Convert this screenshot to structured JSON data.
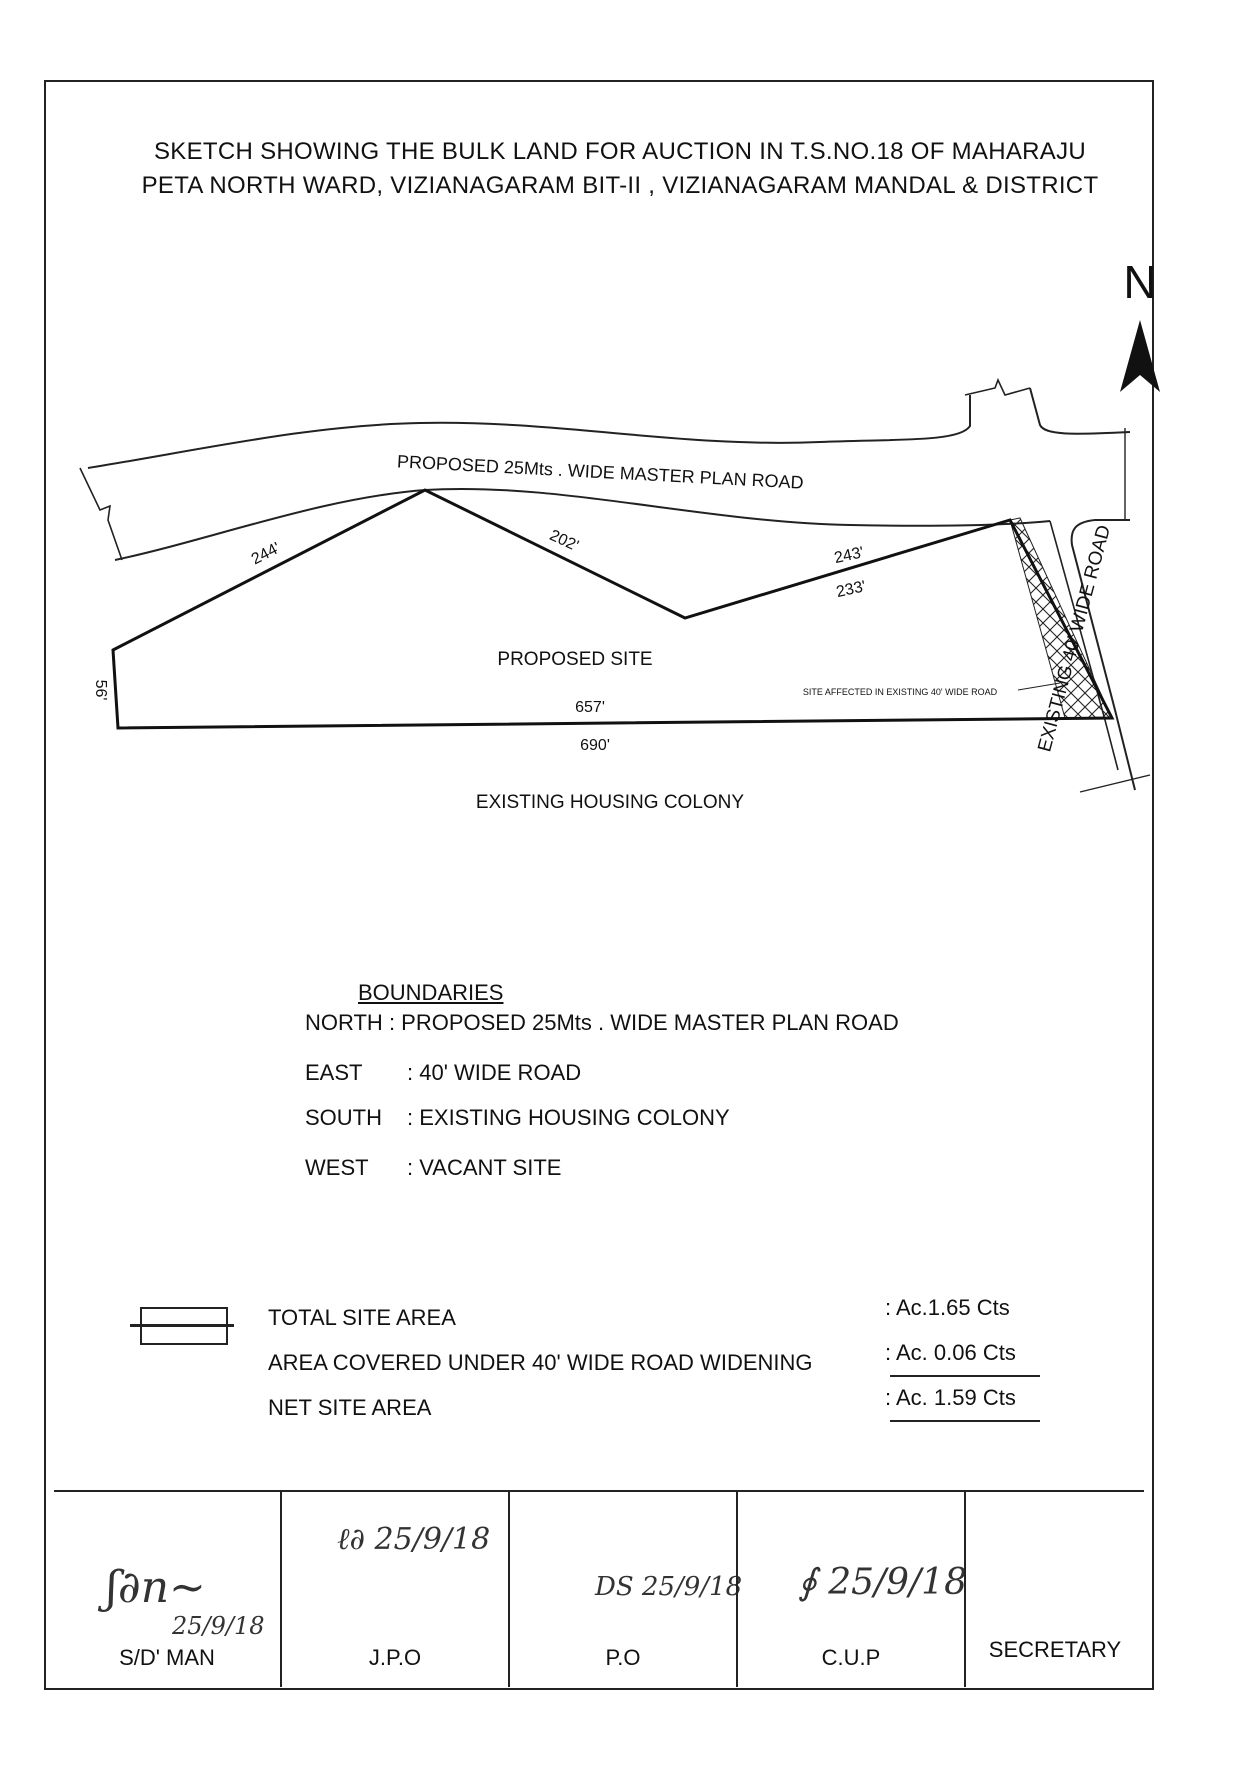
{
  "title": {
    "line1": "SKETCH SHOWING THE BULK LAND FOR AUCTION IN  T.S.NO.18 OF MAHARAJU",
    "line2": "PETA NORTH WARD, VIZIANAGARAM BIT-II , VIZIANAGARAM MANDAL & DISTRICT"
  },
  "sketch": {
    "north": "N",
    "road_north": "PROPOSED 25Mts . WIDE MASTER PLAN ROAD",
    "road_east": "EXISTING 40' WIDE ROAD",
    "site": "PROPOSED SITE",
    "south": "EXISTING HOUSING COLONY",
    "affected_note": "SITE AFFECTED IN EXISTING 40' WIDE ROAD",
    "dims": {
      "d244": "244'",
      "d202": "202'",
      "d243": "243'",
      "d233": "233'",
      "d56": "56'",
      "d657": "657'",
      "d690": "690'"
    }
  },
  "boundaries": {
    "heading": "BOUNDARIES",
    "north_key": "NORTH",
    "north_val": ": PROPOSED 25Mts . WIDE MASTER PLAN ROAD",
    "east_key": "EAST",
    "east_val": ": 40' WIDE ROAD",
    "south_key": "SOUTH",
    "south_val": ": EXISTING HOUSING COLONY",
    "west_key": "WEST",
    "west_val": ": VACANT SITE"
  },
  "area": {
    "total_label": "TOTAL SITE AREA",
    "total_value": ": Ac.1.65 Cts",
    "covered_label": "AREA COVERED UNDER 40' WIDE ROAD WIDENING",
    "covered_value": ": Ac. 0.06 Cts",
    "net_label": "NET SITE AREA",
    "net_value": ": Ac. 1.59 Cts"
  },
  "signatures": {
    "sd_man": "S/D' MAN",
    "jpo": "J.P.O",
    "po": "P.O",
    "cup": "C.U.P",
    "secretary": "SECRETARY"
  }
}
